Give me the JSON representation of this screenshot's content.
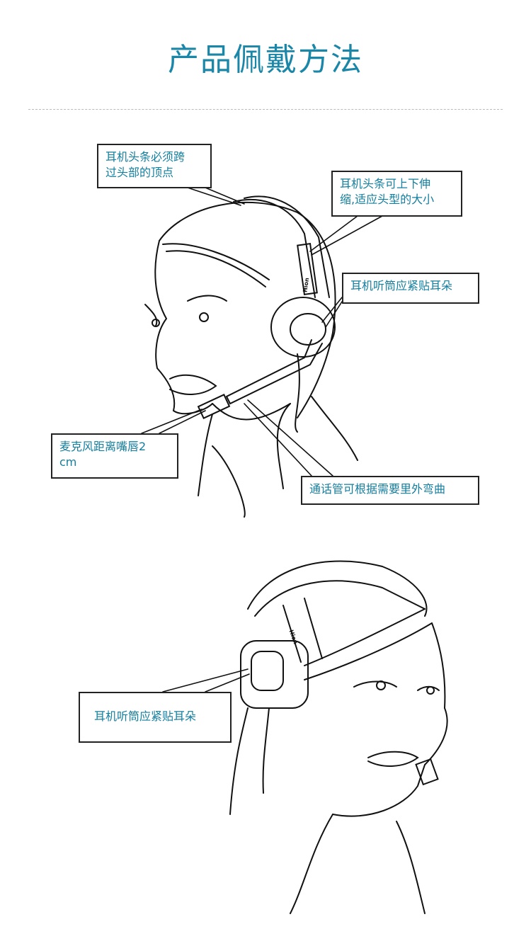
{
  "title": "产品佩戴方法",
  "callouts": {
    "headband_top": "耳机头条必须跨\n过头部的顶点",
    "headband_adjust": "耳机头条可上下伸\n缩,适应头型的大小",
    "earpiece_fit_1": "耳机听筒应紧贴耳朵",
    "mic_distance": "麦克风距离嘴唇2\ncm",
    "boom_bend": "通话管可根据需要里外弯曲",
    "earpiece_fit_2": "耳机听筒应紧贴耳朵"
  },
  "brand_mark": "Hion"
}
